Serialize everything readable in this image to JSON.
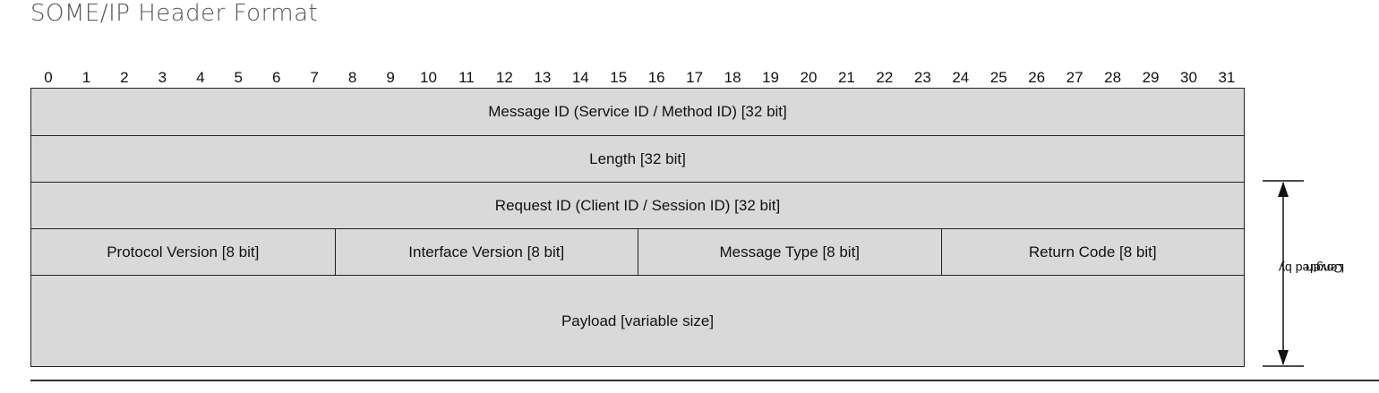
{
  "title": "SOME/IP Header Format",
  "bit_ruler": [
    "0",
    "1",
    "2",
    "3",
    "4",
    "5",
    "6",
    "7",
    "8",
    "9",
    "10",
    "11",
    "12",
    "13",
    "14",
    "15",
    "16",
    "17",
    "18",
    "19",
    "20",
    "21",
    "22",
    "23",
    "24",
    "25",
    "26",
    "27",
    "28",
    "29",
    "30",
    "31"
  ],
  "rows": [
    {
      "fields": [
        "Message ID (Service ID / Method ID) [32 bit]"
      ]
    },
    {
      "fields": [
        "Length [32 bit]"
      ]
    },
    {
      "fields": [
        "Request ID (Client ID / Session ID) [32 bit]"
      ]
    },
    {
      "fields": [
        "Protocol Version [8 bit]",
        "Interface Version [8 bit]",
        "Message Type [8 bit]",
        "Return Code [8 bit]"
      ]
    },
    {
      "fields": [
        "Payload [variable size]"
      ]
    }
  ],
  "side_annotation": {
    "line1": "Covered by",
    "line2": "Length"
  },
  "colors": {
    "field_fill": "#d9d9d9",
    "border": "#222222",
    "title": "#555555"
  }
}
